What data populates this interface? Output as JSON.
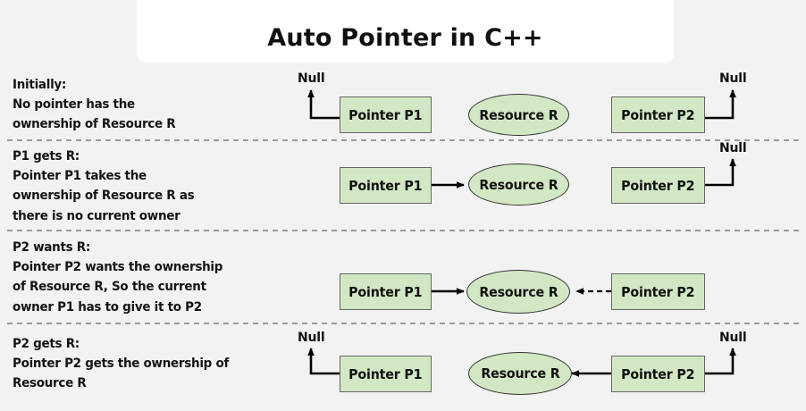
{
  "header": {
    "title": "Auto Pointer in C++",
    "card_bg": "#ffffff"
  },
  "theme": {
    "page_bg": "#f2f2f2",
    "node_fill": "#d2e8c4",
    "node_stroke": "#666666",
    "text": "#111111",
    "separator": "#9a9a9a"
  },
  "labels": {
    "null": "Null",
    "pointer_p1": "Pointer P1",
    "pointer_p2": "Pointer P2",
    "resource_r": "Resource R"
  },
  "rows": [
    {
      "id": "initially",
      "heading": "Initially:",
      "caption": "Initially:\nNo pointer has the\nownership of Resource R",
      "p1_null": "Null",
      "p2_null": "Null",
      "p1_label": "Pointer P1",
      "p2_label": "Pointer P2",
      "resource_label": "Resource R",
      "p1_to_resource": "none",
      "p2_to_resource": "none",
      "p1_null_arrow": true,
      "p2_null_arrow": true
    },
    {
      "id": "p1-gets-r",
      "heading": "P1 gets R:",
      "caption": "P1 gets R:\nPointer P1 takes the\nownership of Resource R as\nthere is no current owner",
      "p2_null": "Null",
      "p1_label": "Pointer P1",
      "p2_label": "Pointer P2",
      "resource_label": "Resource R",
      "p1_to_resource": "solid",
      "p2_to_resource": "none",
      "p1_null_arrow": false,
      "p2_null_arrow": true
    },
    {
      "id": "p2-wants-r",
      "heading": "P2 wants R:",
      "caption": "P2 wants R:\nPointer P2 wants the ownership\nof Resource R, So the current\nowner P1 has to give it to P2",
      "p1_label": "Pointer P1",
      "p2_label": "Pointer P2",
      "resource_label": "Resource R",
      "p1_to_resource": "solid",
      "p2_to_resource": "dashed",
      "p1_null_arrow": false,
      "p2_null_arrow": false
    },
    {
      "id": "p2-gets-r",
      "heading": "P2 gets R:",
      "caption": "P2 gets R:\nPointer P2 gets the ownership of\nResource R",
      "p1_null": "Null",
      "p2_null": "Null",
      "p1_label": "Pointer P1",
      "p2_label": "Pointer P2",
      "resource_label": "Resource R",
      "p1_to_resource": "none",
      "p2_to_resource": "solid",
      "p1_null_arrow": true,
      "p2_null_arrow": true
    }
  ]
}
